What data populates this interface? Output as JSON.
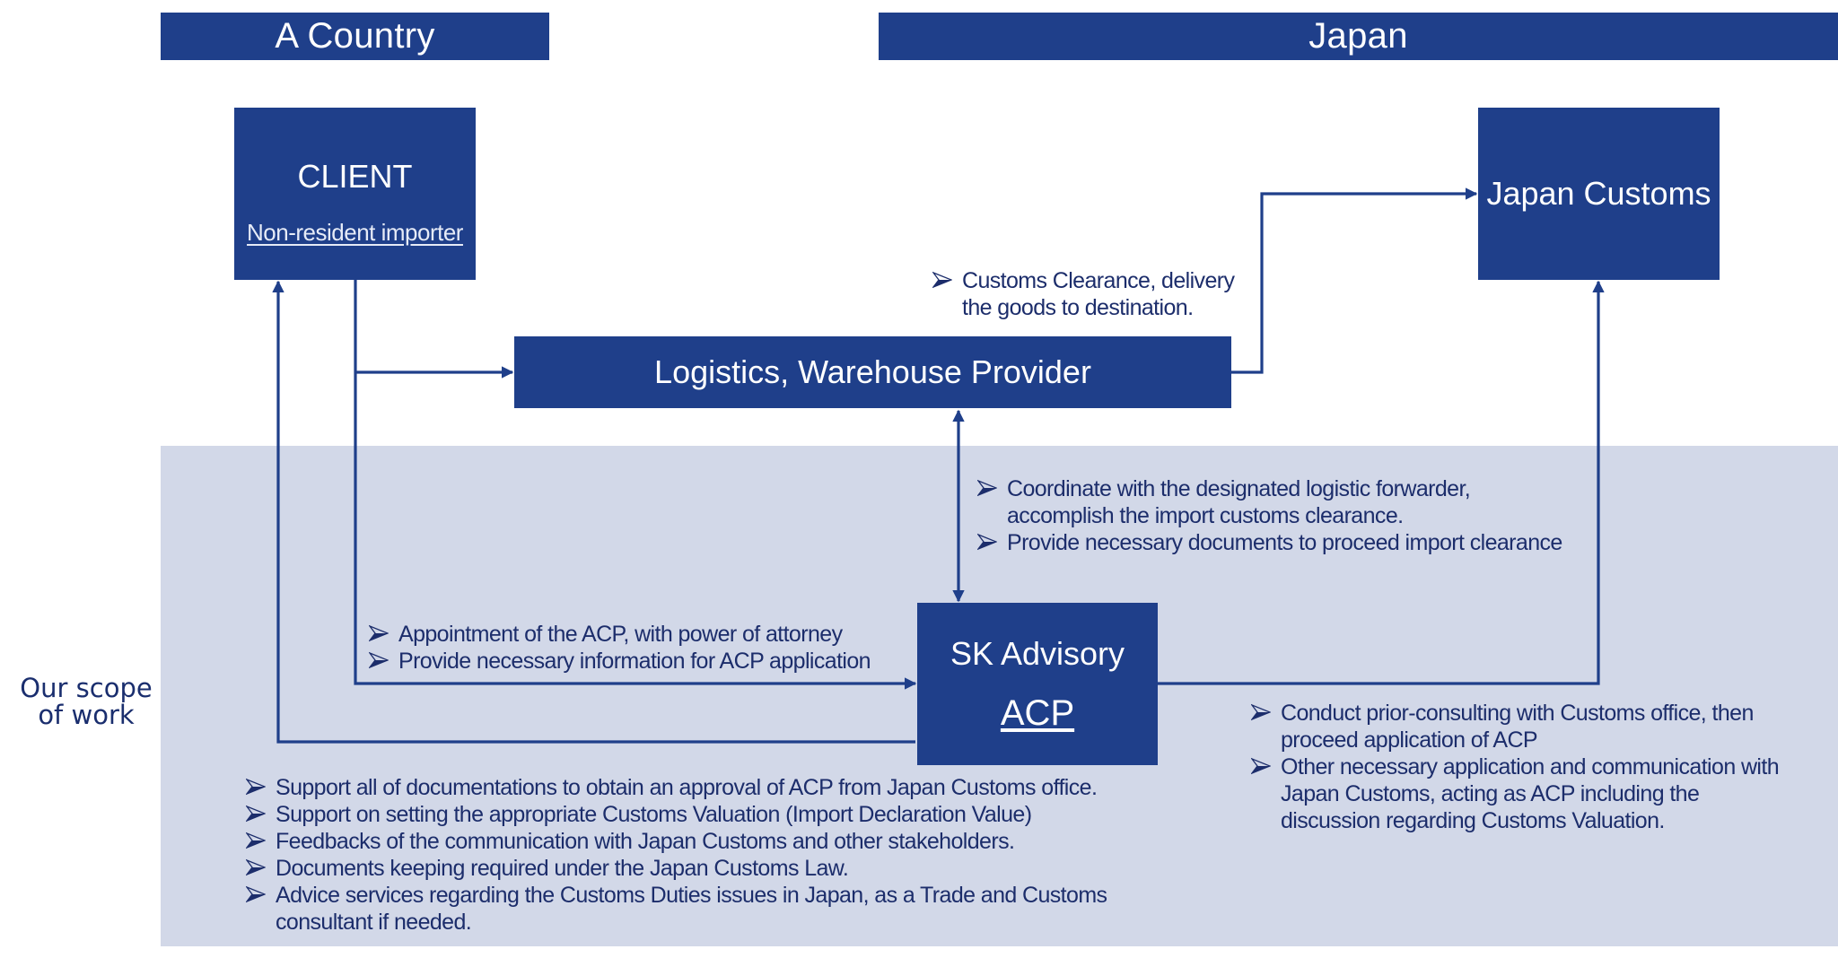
{
  "headers": {
    "left": "A Country",
    "right": "Japan"
  },
  "scope": {
    "label_line1": "Our scope",
    "label_line2": "of work"
  },
  "nodes": {
    "client": {
      "title": "CLIENT",
      "subtitle": "Non-resident importer"
    },
    "japan_customs": {
      "title": "Japan Customs"
    },
    "logistics": {
      "title": "Logistics, Warehouse Provider"
    },
    "sk_advisory": {
      "title": "SK Advisory",
      "subtitle": "ACP"
    }
  },
  "notes": {
    "logistics_to_customs": [
      "Customs Clearance, delivery the goods to destination."
    ],
    "acp_logistics": [
      "Coordinate with the designated logistic forwarder, accomplish the import customs clearance.",
      "Provide necessary documents to proceed import clearance"
    ],
    "client_to_acp": [
      "Appointment of the ACP, with power of attorney",
      "Provide necessary information for ACP application"
    ],
    "acp_to_customs": [
      "Conduct prior-consulting with Customs office, then proceed application of ACP",
      "Other necessary application and communication with Japan Customs, acting as ACP including the discussion regarding Customs Valuation."
    ],
    "acp_to_client": [
      "Support all of documentations to obtain an approval of ACP from Japan Customs office.",
      "Support on setting the appropriate Customs Valuation (Import Declaration Value)",
      "Feedbacks of the communication with Japan Customs and other stakeholders.",
      "Documents keeping required under the Japan Customs Law.",
      "Advice services regarding the Customs Duties issues in Japan, as a Trade and Customs consultant if needed."
    ]
  },
  "icons": {
    "bullet": "arrowhead-bullet-icon"
  },
  "colors": {
    "primary": "#1f3f8a",
    "scope_background": "#d2d8e8",
    "text_dark": "#1c2d6b",
    "line": "#1f3f8a"
  }
}
